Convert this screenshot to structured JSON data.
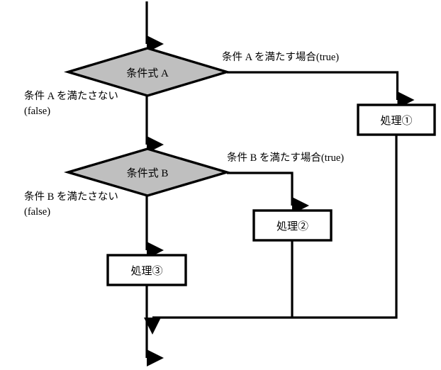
{
  "diagram": {
    "title": "conditional-branch-flowchart",
    "colors": {
      "stroke": "#000000",
      "decision_fill": "#bfbfbf",
      "process_fill": "#ffffff",
      "background": "#ffffff"
    },
    "nodes": [
      {
        "id": "decision-a",
        "shape": "diamond",
        "label": "条件式 A"
      },
      {
        "id": "decision-b",
        "shape": "diamond",
        "label": "条件式 B"
      },
      {
        "id": "process-1",
        "shape": "rectangle",
        "label": "処理①"
      },
      {
        "id": "process-2",
        "shape": "rectangle",
        "label": "処理②"
      },
      {
        "id": "process-3",
        "shape": "rectangle",
        "label": "処理③"
      }
    ],
    "edge_labels": [
      {
        "id": "a-true",
        "line1": "条件 A を満たす場合(true)",
        "line2": ""
      },
      {
        "id": "a-false",
        "line1": "条件 A を満たさない",
        "line2": "(false)"
      },
      {
        "id": "b-true",
        "line1": "条件 B を満たす場合(true)",
        "line2": ""
      },
      {
        "id": "b-false",
        "line1": "条件 B を満たさない",
        "line2": "(false)"
      }
    ]
  }
}
